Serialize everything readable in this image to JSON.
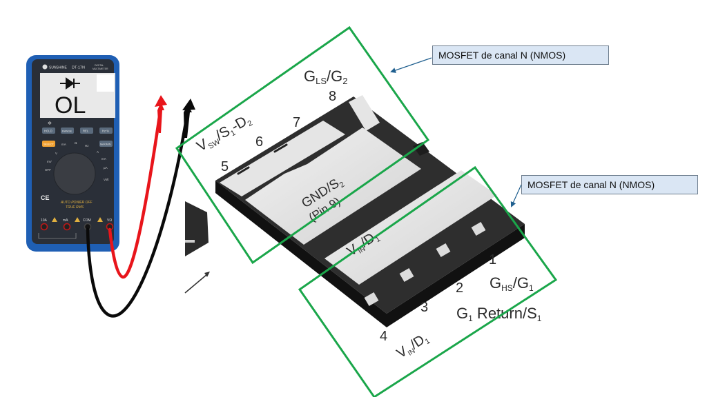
{
  "multimeter": {
    "brand": "SUNSHINE",
    "model": "DT-17N",
    "type_label": "DIGITAL MULTIMETER",
    "display": {
      "symbol": "diode",
      "reading": "OL"
    },
    "buttons": [
      "HOLD",
      "RANGE",
      "REL",
      "Hz %",
      "SELECT",
      "MAX/MIN"
    ],
    "dial_labels": [
      "OFF",
      "V",
      "mV",
      "Ω",
      "Hz",
      "A",
      "mA",
      "µA",
      "Volt Alert"
    ],
    "footer_text": [
      "AUTO POWER OFF",
      "TRUE RMS"
    ],
    "ce_mark": "CE",
    "jacks": [
      "10A",
      "mA",
      "COM",
      "VΩ"
    ],
    "colors": {
      "body": "#1f5fb4",
      "face": "#2a2f38",
      "select_button": "#f0a030"
    }
  },
  "probes": [
    {
      "name": "red-probe",
      "color": "#e8151b"
    },
    {
      "name": "black-probe",
      "color": "#0a0a0a"
    }
  ],
  "chip": {
    "pads": {
      "pin8": "G_LS/G_2",
      "pins567": "V_SW/S_1-D_2",
      "exposed_pad_gnd": "GND/S_2",
      "exposed_pad_pin": "(Pin 9)",
      "exposed_pad_vin": "V_IN/D_1"
    },
    "pin_numbers": [
      "1",
      "2",
      "3",
      "4",
      "5",
      "6",
      "7",
      "8"
    ],
    "pin_labels": {
      "gls": "G",
      "gls_sub": "LS",
      "g2": "/G",
      "g2_sub": "2",
      "vsw": "V",
      "vsw_sub": "SW",
      "s1d2": "/S",
      "s1d2_sub": "1",
      "d2": "-D",
      "d2_sub": "2",
      "gnd": "GND/S",
      "gnd_sub": "2",
      "pin9": "(Pin 9)",
      "vin": "V",
      "vin_sub": "IN",
      "d1": "/D",
      "d1_sub": "1",
      "ghs": "G",
      "ghs_sub": "HS",
      "g1": "/G",
      "g1_sub": "1",
      "g1ret": "G",
      "g1ret_sub": "1",
      "return": " Return/S",
      "return_sub": "1",
      "vin4": "V",
      "vin4_sub": "IN",
      "d14": "/D",
      "d14_sub": "1"
    }
  },
  "highlights": [
    {
      "name": "top-mosfet-highlight",
      "color": "#1aa64a"
    },
    {
      "name": "bottom-mosfet-highlight",
      "color": "#1aa64a"
    }
  ],
  "callouts": [
    {
      "text": "MOSFET de canal N (NMOS)"
    },
    {
      "text": "MOSFET de canal N (NMOS)"
    }
  ],
  "arrow_color": "#1f5f8f"
}
